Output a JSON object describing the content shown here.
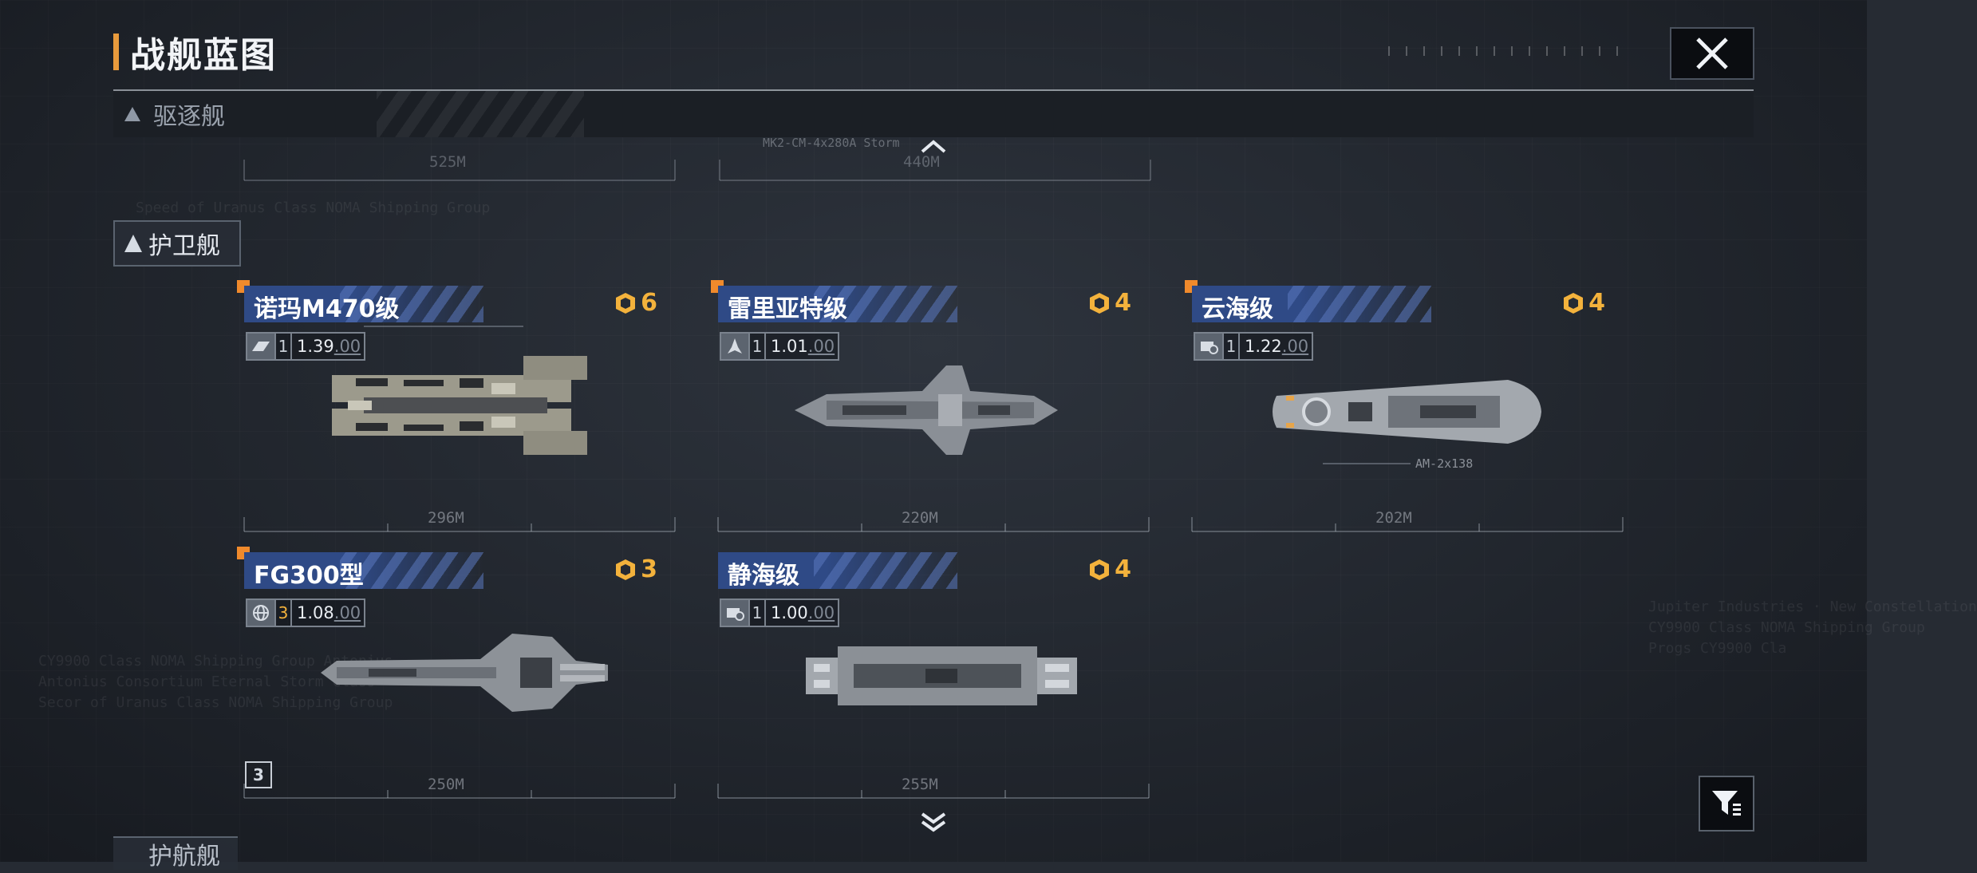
{
  "header": {
    "title": "战舰蓝图"
  },
  "category": {
    "label": "驱逐舰"
  },
  "subcategory": {
    "label": "护卫舰",
    "next_label": "护航舰"
  },
  "ships": [
    {
      "name": "诺玛M470级",
      "cost": "6",
      "level": "1",
      "stat_main": "1.39",
      "stat_dec": ".00",
      "length": "296M",
      "type_icon": "strike-icon"
    },
    {
      "name": "雷里亚特级",
      "cost": "4",
      "level": "1",
      "stat_main": "1.01",
      "stat_dec": ".00",
      "length": "220M",
      "type_icon": "fighter-icon"
    },
    {
      "name": "云海级",
      "cost": "4",
      "level": "1",
      "stat_main": "1.22",
      "stat_dec": ".00",
      "length": "202M",
      "type_icon": "support-icon"
    },
    {
      "name": "FG300型",
      "cost": "3",
      "level": "3",
      "stat_main": "1.08",
      "stat_dec": ".00",
      "length": "250M",
      "type_icon": "globe-icon"
    },
    {
      "name": "静海级",
      "cost": "4",
      "level": "1",
      "stat_main": "1.00",
      "stat_dec": ".00",
      "length": "255M",
      "type_icon": "support-icon"
    }
  ],
  "upper_rulers": [
    "525M",
    "440M"
  ],
  "blueprint_label": "MK2-CM-4x280A Storm",
  "annotation": "AM-2x138",
  "count_badge": "3",
  "bg_texts": {
    "a": "Speed of Uranus Class NOMA Shipping Group",
    "b": "CY9900 Class NOMA Shipping Group Antonius\nAntonius Consortium Eternal Storm Class\nSecor of Uranus Class NOMA Shipping Group",
    "c": "Jupiter Industries · New Constellation\nCY9900 Class NOMA Shipping Group\nProgs CY9900 Cla"
  }
}
